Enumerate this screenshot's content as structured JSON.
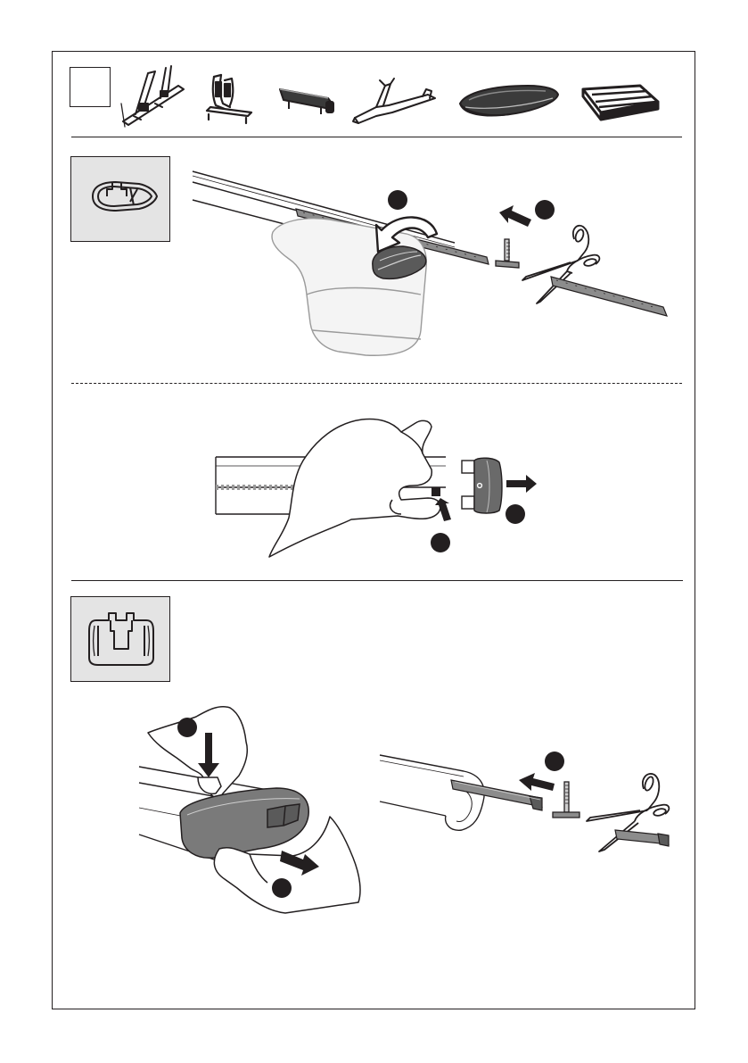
{
  "colors": {
    "line": "#231f20",
    "profile_panel": "#e4e4e4",
    "foot_light": "#f2f2f2",
    "cap_dark": "#4a4a4a",
    "cap_mid": "#7a7a7a",
    "badge": "#231f20"
  },
  "icons": {
    "accessories": [
      "bike-carrier-icon",
      "kayak-carrier-icon",
      "ski-carrier-icon",
      "fork-bike-carrier-icon",
      "roof-box-icon",
      "roof-basket-icon"
    ],
    "profiles": [
      "wingbar-profile-icon",
      "squarebar-profile-icon"
    ],
    "tools": [
      "scissors-icon",
      "t-bolt-icon",
      "hand-icon",
      "arrow-icon"
    ]
  },
  "sections": [
    {
      "name": "wingbar-t-track-installation",
      "profile": "wingbar-profile-icon"
    },
    {
      "name": "wingbar-end-cap-removal",
      "profile": "wingbar-profile-icon"
    },
    {
      "name": "squarebar-t-track-installation",
      "profile": "squarebar-profile-icon"
    }
  ]
}
